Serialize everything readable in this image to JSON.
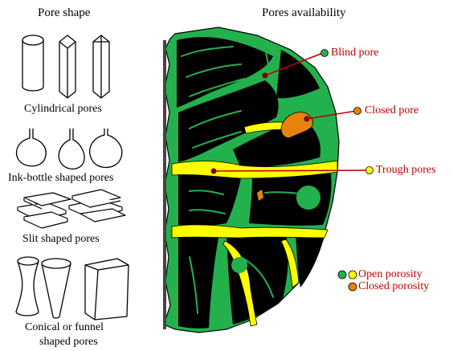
{
  "headers": {
    "left": "Pore shape",
    "right": "Pores availability"
  },
  "shapes": {
    "cylindrical": "Cylindrical pores",
    "ink_bottle": "Ink-bottle shaped pores",
    "slit": "Slit shaped pores",
    "conical_line1": "Conical or funnel",
    "conical_line2": "shaped pores"
  },
  "callouts": {
    "blind": "Blind pore",
    "closed": "Closed pore",
    "trough": "Trough pores"
  },
  "legend": {
    "open": "Open porosity",
    "closed": "Closed porosity"
  },
  "colors": {
    "green": "#23b14d",
    "yellow": "#ffff00",
    "orange": "#e8820c",
    "black": "#000000",
    "label_red": "#c00000"
  }
}
